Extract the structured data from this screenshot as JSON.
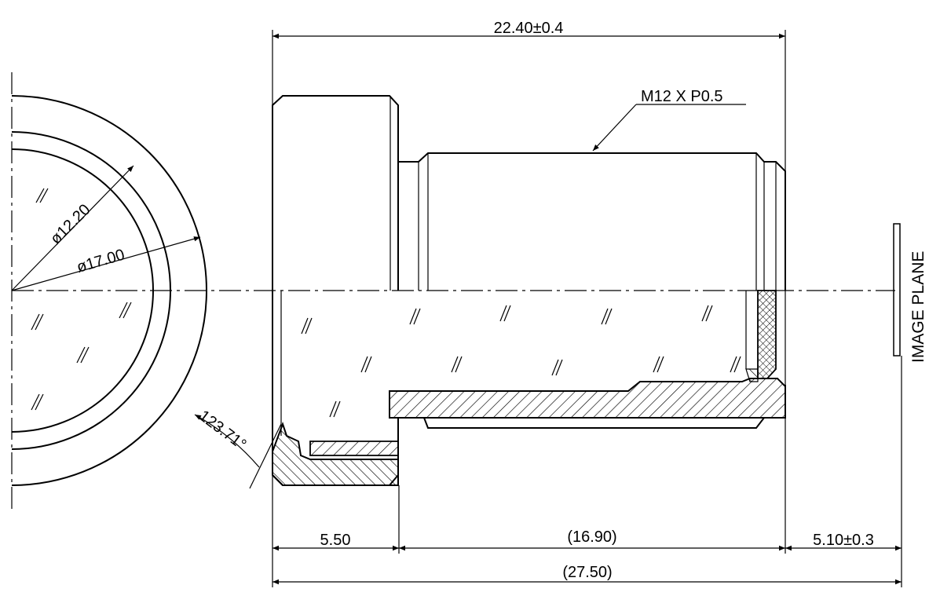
{
  "dimensions": {
    "total_top": "22.40±0.4",
    "thread": "M12 X P0.5",
    "dia_inner": "ø12.20",
    "dia_outer": "ø17.00",
    "angle": "123.71°",
    "flange_len": "5.50",
    "body_len": "(16.90)",
    "back_focus": "5.10±0.3",
    "total_bottom": "(27.50)"
  },
  "labels": {
    "image_plane": "IMAGE PLANE"
  }
}
